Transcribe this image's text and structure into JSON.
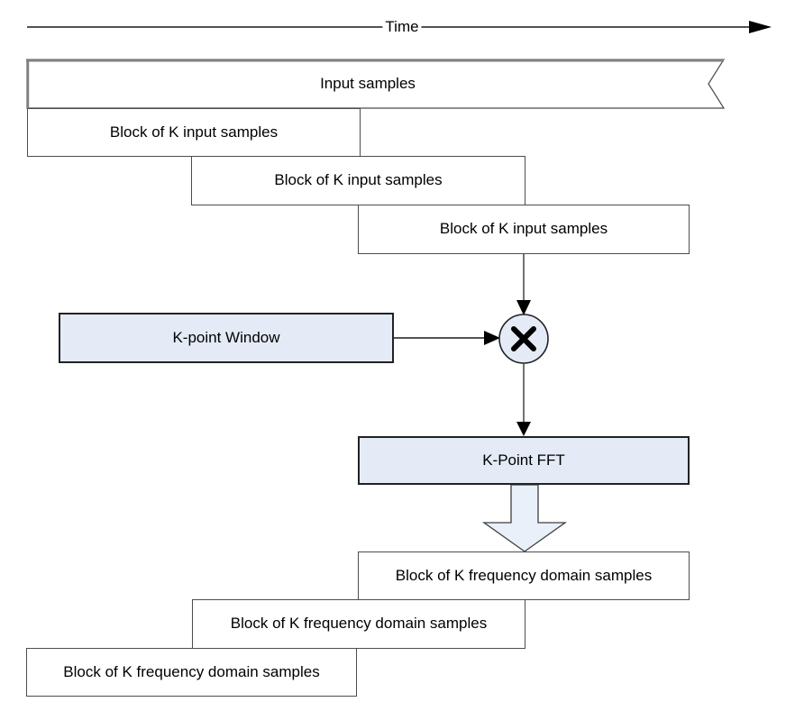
{
  "diagram": {
    "kind": "block-diagram",
    "description_visible_text_only": true
  },
  "colors": {
    "background": "#ffffff",
    "accent_fill": "#e4ebf6",
    "block_arrow_fill": "#e9f0f9",
    "box_border": "#4d4d4d",
    "accent_border": "#222222",
    "flag_border_gray": "#808080",
    "line": "#4d4d4d",
    "arrowhead": "#000000",
    "text": "#000000"
  },
  "timeline": {
    "label": "Time"
  },
  "input_stream": {
    "label": "Input samples"
  },
  "input_blocks": [
    {
      "label": "Block of K input samples"
    },
    {
      "label": "Block of K input samples"
    },
    {
      "label": "Block of K input samples"
    }
  ],
  "window_box": {
    "label": "K-point Window"
  },
  "multiplier": {
    "symbol": "×",
    "icon": "multiply-circle-icon"
  },
  "fft_box": {
    "label": "K-Point FFT"
  },
  "freq_blocks": [
    {
      "label": "Block of K frequency domain samples"
    },
    {
      "label": "Block of K frequency domain samples"
    },
    {
      "label": "Block of K frequency domain samples"
    }
  ]
}
